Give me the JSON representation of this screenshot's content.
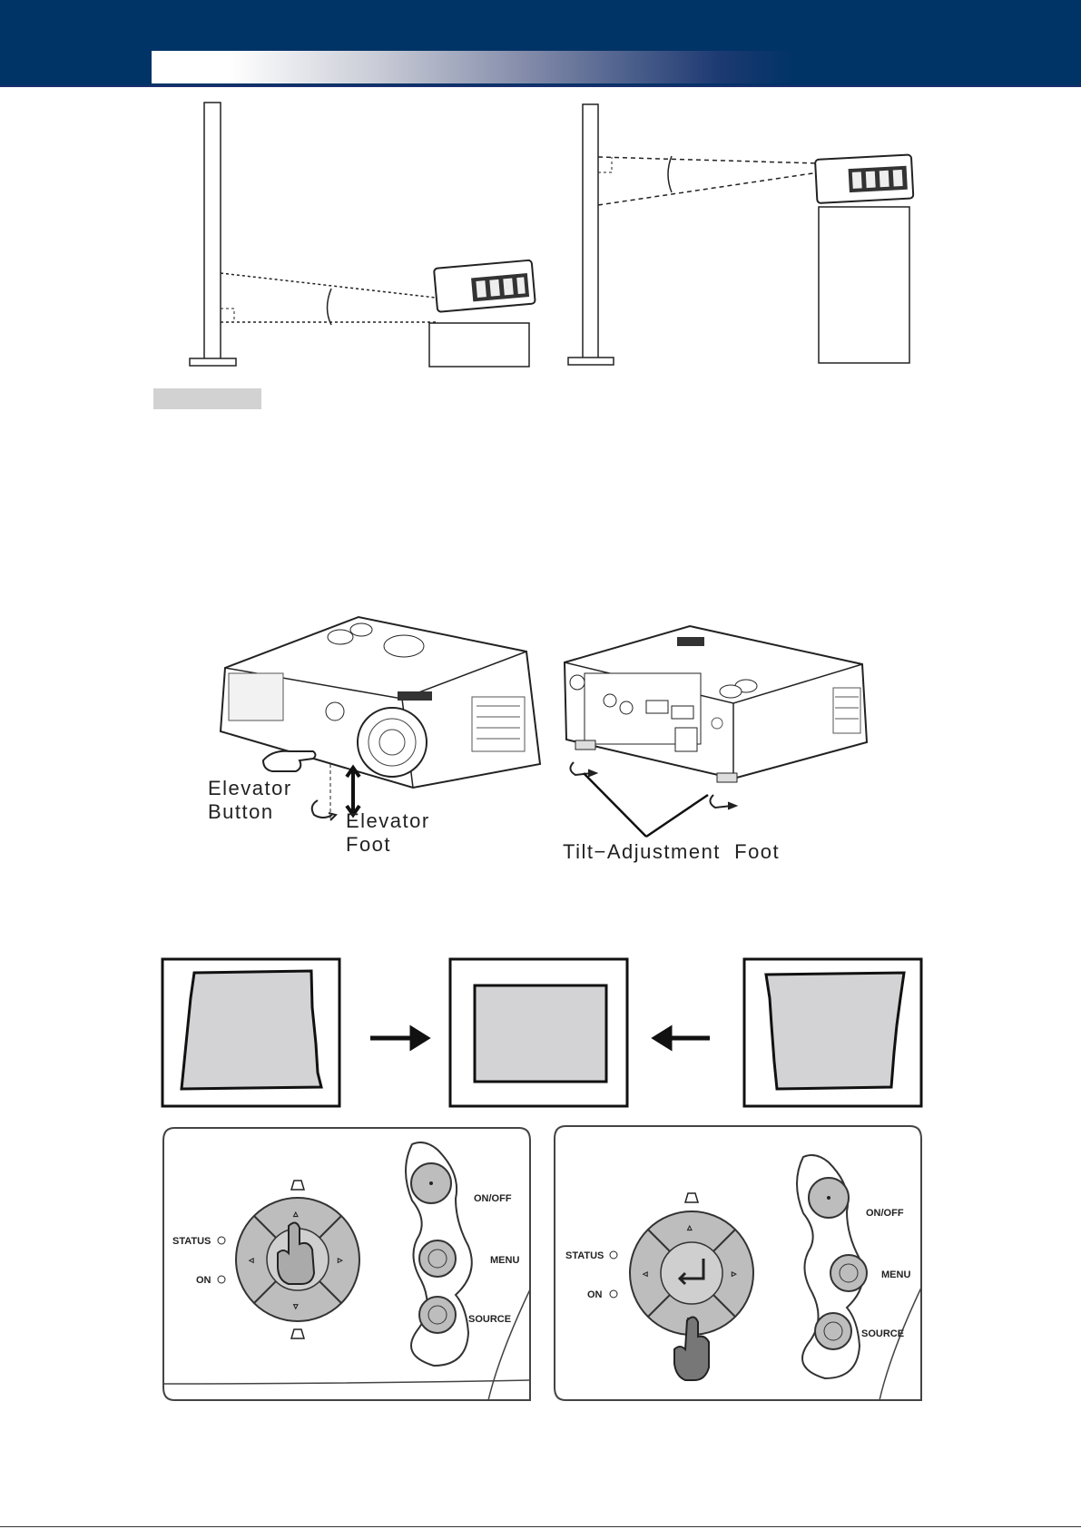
{
  "elevator_figure": {
    "elevator_button_line1": "Elevator",
    "elevator_button_line2": "Button",
    "elevator_foot_line1": "Elevator",
    "elevator_foot_line2": "Foot",
    "tilt_adjustment_foot": "Tilt−Adjustment  Foot"
  },
  "control_panels": {
    "left": {
      "status": "STATUS",
      "on": "ON",
      "on_off": "ON/OFF",
      "menu": "MENU",
      "source": "SOURCE"
    },
    "right": {
      "status": "STATUS",
      "on": "ON",
      "on_off": "ON/OFF",
      "menu": "MENU",
      "source": "SOURCE"
    }
  },
  "colors": {
    "header": "#003366",
    "screen_gray": "#d3d3d6",
    "button_gray": "#bdbdbd"
  }
}
